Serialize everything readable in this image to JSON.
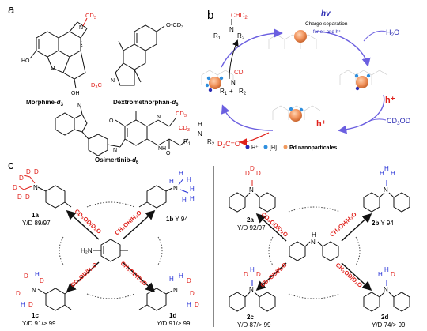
{
  "panels": {
    "a": "a",
    "b": "b",
    "c": "c"
  },
  "panel_a": {
    "morphine": {
      "name": "Morphine-",
      "sub": "d",
      "sub2": "3",
      "cd3": "CD",
      "cd3_sub": "3",
      "oh1": "HO",
      "oh2": "OH",
      "o": "O",
      "n": "N"
    },
    "dextromethorphan": {
      "name": "Dextromethorphan-",
      "sub": "d",
      "sub2": "6",
      "ocd3": "O-CD",
      "ocd3_sub": "3",
      "d3c": "D",
      "d3c_sub": "3",
      "d3c_c": "C",
      "n": "N"
    },
    "osimertinib": {
      "name": "Osimertinib-",
      "sub": "d",
      "sub2": "6",
      "n": "N",
      "cd3_a": "CD",
      "cd3_a_sub": "3",
      "cd3_b": "CD",
      "cd3_b_sub": "3",
      "o": "O",
      "nh": "NH",
      "ocd": "O",
      "hn": "N"
    }
  },
  "panel_b": {
    "top_product": {
      "chd2": "CHD",
      "chd2_sub": "2",
      "n": "N",
      "r1": "R",
      "r1_sub": "1",
      "r2": "R",
      "r2_sub": "2"
    },
    "hv": "hv",
    "charge_sep": "Charge separation",
    "for_eh": "for e⁻ and h⁺",
    "h2o": "H",
    "h2o_sub": "2",
    "h2o_o": "O",
    "hplus": "h⁺",
    "cd3od": "CD",
    "cd3od_sub": "3",
    "cd3od_od": "OD",
    "hplus2": "h⁺",
    "d2co": "D",
    "d2co_sub": "2",
    "d2co_c": "C=O",
    "amine": {
      "h": "H",
      "n": "N",
      "r1": "R",
      "r1_sub": "1",
      "r2": "R",
      "r2_sub": "2"
    },
    "imine": {
      "cd": "CD",
      "n": "N",
      "r1": "R",
      "r1_sub": "1",
      "plus": "+",
      "r2": "R",
      "r2_sub": "2"
    },
    "legend": [
      {
        "label": "H⁺",
        "color": "#2b2bb3"
      },
      {
        "label": "[H]",
        "color": "#2f8fde"
      },
      {
        "label": "Pd nanoparticales",
        "color": "#f0995c"
      }
    ]
  },
  "panel_c": {
    "left": {
      "products": [
        {
          "id": "1a",
          "yd": "Y/D 89/97"
        },
        {
          "id": "1b",
          "yd": "Y 94"
        },
        {
          "id": "1c",
          "yd": "Y/D 91/> 99"
        },
        {
          "id": "1d",
          "yd": "Y/D 91/> 99"
        }
      ],
      "center_label": "H₂N",
      "reagents": [
        "CD₃OD/D₂O",
        "CH₃OH/H₂O",
        "CD₃OD/H₂O",
        "CH₃OD/D₂O"
      ]
    },
    "right": {
      "products": [
        {
          "id": "2a",
          "yd": "Y/D 92/97"
        },
        {
          "id": "2b",
          "yd": "Y 94"
        },
        {
          "id": "2c",
          "yd": "Y/D 87/> 99"
        },
        {
          "id": "2d",
          "yd": "Y/D 74/> 99"
        }
      ],
      "center_h": "H",
      "center_n": "N",
      "reagents": [
        "CD₃OD/D₂O",
        "CH₃OH/H₂O",
        "CD₃OD/H₂O",
        "CH₃OD/D₂O"
      ]
    },
    "atoms": {
      "d": "D",
      "h": "H",
      "n": "N"
    }
  },
  "colors": {
    "red": "#e0201a",
    "blue": "#1f2bd6",
    "black": "#111111",
    "arrow": "#7b6fe0"
  }
}
